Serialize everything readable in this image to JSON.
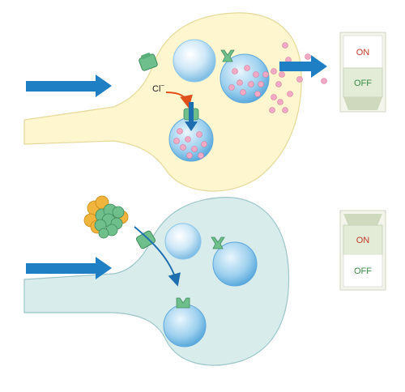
{
  "top_panel": {
    "ion_label": "Cl",
    "ion_charge": "−",
    "switch": {
      "on_label": "ON",
      "off_label": "OFF",
      "active": "ON"
    }
  },
  "bottom_panel": {
    "switch": {
      "on_label": "ON",
      "off_label": "OFF",
      "active": "OFF"
    }
  },
  "colors": {
    "top_terminal": "#fdf6cf",
    "bottom_terminal": "#d8ecec",
    "arrow_blue": "#1f7fc4",
    "ion_arrow": "#e0501a",
    "receptor_green": "#6fbf8d",
    "transmitter_pink": "#f2a9c4",
    "toxin_orange": "#f1b43c",
    "switch_on_red": "#c0392b",
    "switch_off_green": "#3c8a46"
  }
}
